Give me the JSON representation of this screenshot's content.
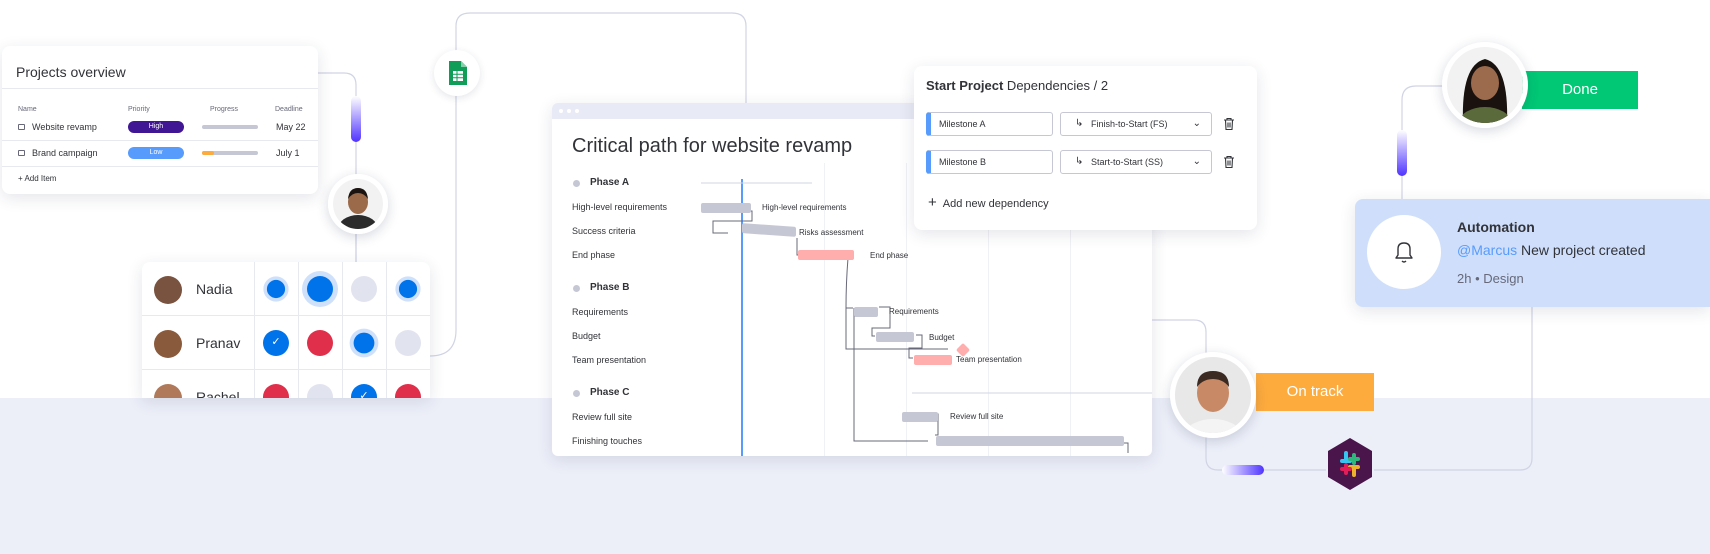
{
  "projects_overview": {
    "title": "Projects overview",
    "columns": [
      "Name",
      "Priority",
      "Progress",
      "Deadline"
    ],
    "rows": [
      {
        "name": "Website revamp",
        "priority": "High",
        "priority_color": "#401694",
        "progress": 0,
        "deadline": "May 22"
      },
      {
        "name": "Brand campaign",
        "priority": "Low",
        "priority_color": "#579bfc",
        "progress": 0.22,
        "deadline": "July 1"
      }
    ],
    "add_item": "+ Add Item"
  },
  "people": [
    {
      "name": "Nadia"
    },
    {
      "name": "Pranav"
    },
    {
      "name": "Rachel"
    }
  ],
  "gantt": {
    "title": "Critical path for website revamp",
    "phases": [
      {
        "name": "Phase A",
        "tasks": [
          "High-level requirements",
          "Success criteria",
          "End phase"
        ]
      },
      {
        "name": "Phase B",
        "tasks": [
          "Requirements",
          "Budget",
          "Team presentation"
        ]
      },
      {
        "name": "Phase C",
        "tasks": [
          "Review full site",
          "Finishing touches"
        ]
      }
    ],
    "bar_labels": [
      "High-level requirements",
      "Risks assessment",
      "End phase",
      "Requirements",
      "Budget",
      "Team presentation",
      "Review full site"
    ]
  },
  "dependencies": {
    "title_bold": "Start Project",
    "title_rest": " Dependencies / 2",
    "rows": [
      {
        "milestone": "Milestone A",
        "type": "Finish-to-Start (FS)"
      },
      {
        "milestone": "Milestone B",
        "type": "Start-to-Start (SS)"
      }
    ],
    "add": "Add new dependency"
  },
  "automation": {
    "title": "Automation",
    "mention": "@Marcus",
    "message": " New project created",
    "meta": "2h • Design"
  },
  "status_done": "Done",
  "status_on_track": "On track",
  "colors": {
    "blue": "#0073ea",
    "red": "#df2f4a",
    "green": "#00c875",
    "orange": "#fdab3d",
    "grey": "#c5c7d4",
    "pink": "#ffadad",
    "purple": "#401694"
  }
}
